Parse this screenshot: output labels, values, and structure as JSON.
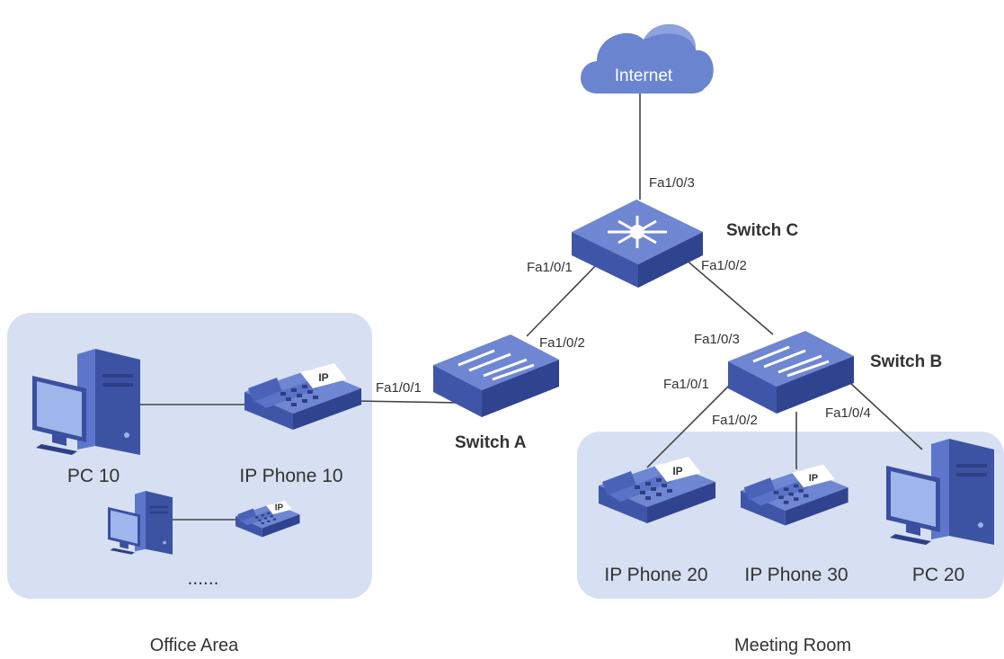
{
  "cloud": {
    "label": "Internet"
  },
  "switches": {
    "a": {
      "label": "Switch A"
    },
    "b": {
      "label": "Switch B"
    },
    "c": {
      "label": "Switch C"
    }
  },
  "ports": {
    "c_fa3": "Fa1/0/3",
    "c_fa1": "Fa1/0/1",
    "c_fa2": "Fa1/0/2",
    "a_fa2": "Fa1/0/2",
    "a_fa1": "Fa1/0/1",
    "b_fa3": "Fa1/0/3",
    "b_fa1": "Fa1/0/1",
    "b_fa2": "Fa1/0/2",
    "b_fa4": "Fa1/0/4"
  },
  "devices": {
    "pc10": "PC 10",
    "phone10": "IP Phone 10",
    "more": "......",
    "phone20": "IP Phone 20",
    "phone30": "IP Phone 30",
    "pc20": "PC 20",
    "ip_badge": "IP"
  },
  "areas": {
    "office": "Office Area",
    "meeting": "Meeting Room"
  },
  "colors": {
    "area_fill": "#d6e0f2",
    "device_blue": "#4a63b8",
    "device_top": "#6f86d3",
    "cloud": "#6a84cf"
  }
}
